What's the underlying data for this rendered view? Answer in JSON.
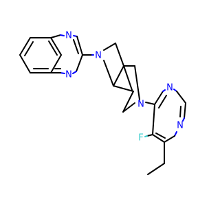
{
  "molecule": {
    "atoms": {
      "n_quinox_top": "N",
      "n_quinox_bottom": "N",
      "n_pyrrolidine_left": "N",
      "n_pyrrolidine_right": "N",
      "n_pyrimidine_top": "N",
      "n_pyrimidine_right": "N",
      "f_substituent": "F"
    },
    "colors": {
      "carbon_bond": "#000000",
      "nitrogen": "#0000ff",
      "fluorine": "#33cccc",
      "background": "#ffffff"
    }
  }
}
